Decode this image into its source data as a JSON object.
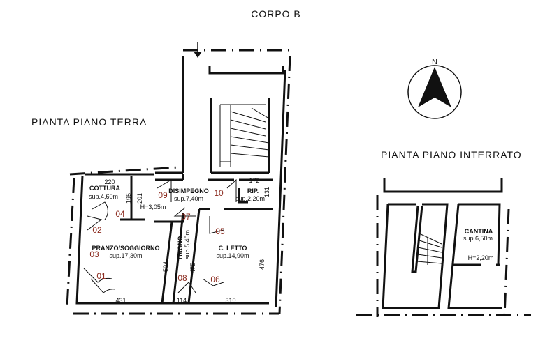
{
  "title": "CORPO B",
  "ground_floor": {
    "label": "PIANTA PIANO TERRA",
    "rooms": [
      {
        "name": "COTTURA",
        "area": "sup.4,60m"
      },
      {
        "name": "DISIMPEGNO",
        "area": "sup.7,40m",
        "height": "H=3,05m"
      },
      {
        "name": "RIP.",
        "area": "sup.2,20m"
      },
      {
        "name": "PRANZO/SOGGIORNO",
        "area": "sup.17,30m"
      },
      {
        "name": "BAGNO",
        "area": "sup.5,40m"
      },
      {
        "name": "C. LETTO",
        "area": "sup.14,90m"
      }
    ],
    "dimensions": {
      "d220": "220",
      "d195": "195",
      "d201": "201",
      "d172": "172",
      "d131": "131",
      "d504": "504",
      "d475": "475",
      "d476": "476",
      "d431": "431",
      "d114": "114",
      "d310": "310"
    },
    "openings": [
      "01",
      "02",
      "03",
      "04",
      "05",
      "06",
      "07",
      "08",
      "09",
      "10"
    ]
  },
  "basement": {
    "label": "PIANTA PIANO INTERRATO",
    "room": {
      "name": "CANTINA",
      "area": "sup.6,50m",
      "height": "H=2,20m"
    }
  },
  "compass": {
    "north": "N"
  }
}
